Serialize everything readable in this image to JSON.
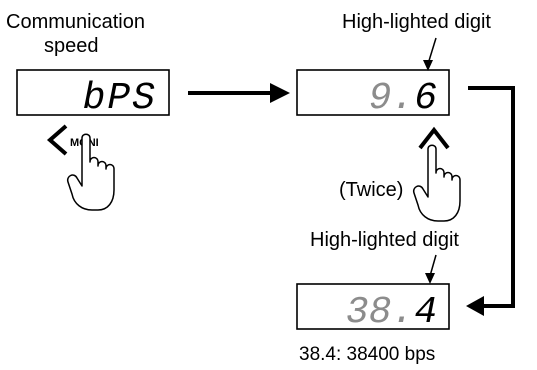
{
  "labels": {
    "comm_speed_line1": "Communication",
    "comm_speed_line2": "speed",
    "highlighted_top": "High-lighted digit",
    "highlighted_bottom": "High-lighted digit",
    "twice": "(Twice)",
    "bottom_note": "38.4:  38400  bps"
  },
  "displays": {
    "first": {
      "value": "bPS"
    },
    "second": {
      "digits": "9.",
      "highlighted": "6"
    },
    "third": {
      "digits": "38.",
      "highlighted": "4"
    }
  },
  "buttons": {
    "moni_label": "MONI"
  },
  "icons": {
    "left_chevron": "chevron-left-icon",
    "up_chevron": "chevron-up-icon",
    "hand": "pointing-hand-icon"
  },
  "colors": {
    "line": "#000000",
    "dim_digit": "#8c8c8c",
    "bright_digit": "#000000",
    "background": "#ffffff"
  }
}
